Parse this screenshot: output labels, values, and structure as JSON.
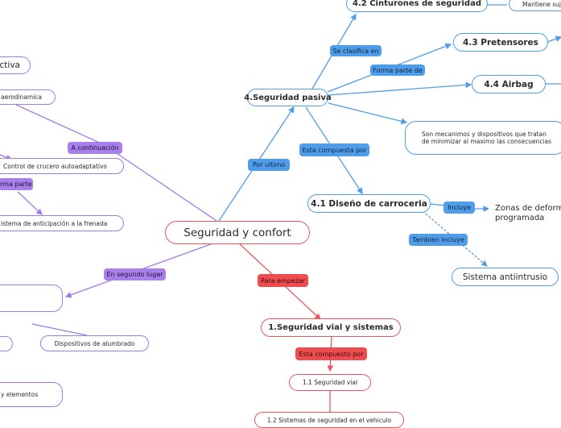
{
  "center": "Seguridad y confort",
  "blue_nodes": {
    "cinturones": "4.2 Cinturones de seguridad",
    "mantiene": "Mantiene suj",
    "pretensores": "4.3 Pretensores",
    "airbag": "4.4 Airbag",
    "pasiva": "4.Seguridad pasiva",
    "mecanismos": "Son mecanimos y dispositivos que tratan de minimizar al maximo las consecuencias",
    "carroceria": "4.1 Diseño de carroceria",
    "zonas": "Zonas de deform programada",
    "antiintrusio": "Sistema antiintrusio"
  },
  "blue_labels": {
    "clasifica": "Se clasifica en",
    "forma_parte": "Forma parte de",
    "compuesta": "Esta compuesta por",
    "por_ultimo": "Por ultimo",
    "incluye": "Incluye",
    "tambien": "Tambien incluye"
  },
  "purple_nodes": {
    "activa": "ctiva",
    "aerodinamica": "aerodinamica",
    "crucero": "Control de crucero autoadaptativo",
    "anticipacion": "istema de anticipación a la frenada",
    "segundo_box": "",
    "alumbrado": "Dispositivos de alumbrado",
    "elementos": "y elementos"
  },
  "purple_labels": {
    "continuacion": "A continuación",
    "forma_parte": "rma parte",
    "segundo": "En segundo lugar"
  },
  "red_nodes": {
    "vial": "1.Seguridad vial y sistemas",
    "vial11": "1.1 Seguridad vial",
    "vial12": "1.2 Sistemas de seguridad en el vehiculo"
  },
  "red_labels": {
    "empezar": "Para empezar",
    "compuesto": "Esta compuesto por"
  }
}
